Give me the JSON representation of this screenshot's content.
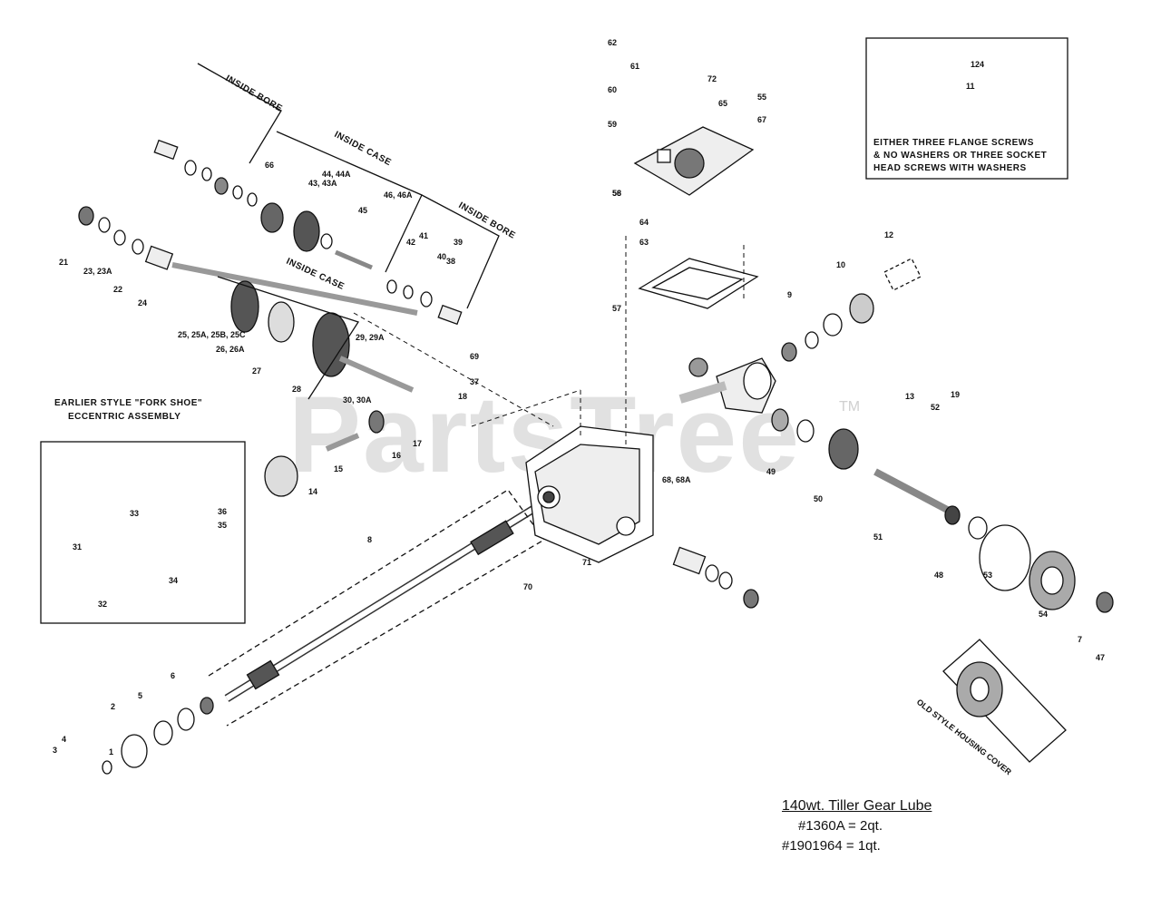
{
  "watermark": {
    "text": "PartsTree",
    "tm": "TM"
  },
  "labels": {
    "inside_bore_1": "INSIDE BORE",
    "inside_case_1": "INSIDE CASE",
    "inside_bore_2": "INSIDE BORE",
    "inside_case_2": "INSIDE CASE",
    "fork_shoe_title_1": "EARLIER STYLE \"FORK SHOE\"",
    "fork_shoe_title_2": "ECCENTRIC ASSEMBLY",
    "flange_note_1": "EITHER THREE FLANGE SCREWS",
    "flange_note_2": "& NO WASHERS OR THREE SOCKET",
    "flange_note_3": "HEAD SCREWS WITH WASHERS",
    "old_style": "OLD STYLE HOUSING COVER"
  },
  "lube": {
    "title": "140wt. Tiller Gear Lube",
    "line1": "#1360A = 2qt.",
    "line2": "#1901964 = 1qt."
  },
  "part_numbers": [
    "1",
    "2",
    "3",
    "4",
    "5",
    "6",
    "7",
    "8",
    "9",
    "10",
    "11",
    "12",
    "13",
    "14",
    "15",
    "16",
    "17",
    "18",
    "19",
    "21",
    "22",
    "23, 23A",
    "24",
    "25, 25A, 25B, 25C",
    "26, 26A",
    "27",
    "28",
    "29, 29A",
    "30, 30A",
    "31",
    "32",
    "33",
    "34",
    "35",
    "36",
    "37",
    "38",
    "39",
    "40",
    "41",
    "42",
    "43, 43A",
    "44, 44A",
    "45",
    "46, 46A",
    "47",
    "48",
    "49",
    "50",
    "51",
    "52",
    "53",
    "54",
    "55",
    "56",
    "57",
    "58",
    "59",
    "60",
    "61",
    "62",
    "63",
    "64",
    "65",
    "66",
    "67",
    "68, 68A",
    "69",
    "70",
    "71",
    "72",
    "124"
  ]
}
